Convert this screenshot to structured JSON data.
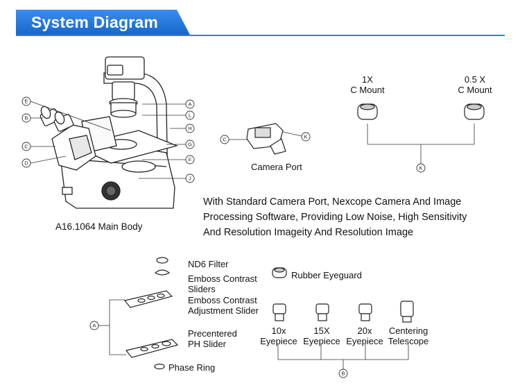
{
  "header": {
    "title": "System Diagram",
    "accent_color": "#1e73d6"
  },
  "main_body": {
    "caption": "A16.1064 Main Body",
    "callouts": [
      "A",
      "B",
      "C",
      "D",
      "E",
      "F",
      "G",
      "H",
      "J",
      "L"
    ]
  },
  "camera_port": {
    "caption": "Camera Port",
    "callouts": [
      "C",
      "K"
    ]
  },
  "mounts": {
    "items": [
      {
        "line1": "1X",
        "line2": "C Mount"
      },
      {
        "line1": "0.5 X",
        "line2": "C Mount"
      }
    ],
    "group_callout": "K"
  },
  "description": {
    "lines": [
      "With Standard Camera Port, Nexcope Camera And Image",
      "Processing Software, Providing Low Noise, High Sensitivity",
      "And Resolution Imageity And Resolution Image"
    ]
  },
  "sliders": {
    "nd6_filter": "ND6 Filter",
    "emboss_sliders": [
      "Emboss Contrast",
      "Sliders"
    ],
    "emboss_adjustment": [
      "Emboss Contrast",
      "Adjustment Slider"
    ],
    "precentered": [
      "Precentered",
      "PH Slider"
    ],
    "phase_ring": "Phase Ring",
    "group_callout": "A"
  },
  "eyepieces": {
    "rubber_eyeguard": "Rubber Eyeguard",
    "items": [
      {
        "line1": "10x",
        "line2": "Eyepiece"
      },
      {
        "line1": "15X",
        "line2": "Eyepiece"
      },
      {
        "line1": "20x",
        "line2": "Eyepiece"
      },
      {
        "line1": "Centering",
        "line2": "Telescope"
      }
    ],
    "group_callout": "B"
  }
}
